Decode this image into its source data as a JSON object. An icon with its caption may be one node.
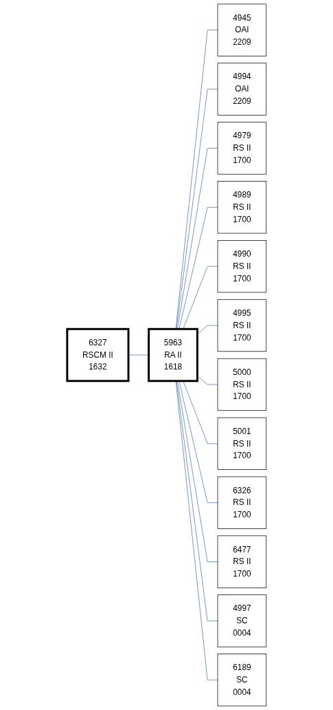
{
  "diagram": {
    "nodes": [
      {
        "text": [
          "6327",
          "RSCM II",
          "1632"
        ]
      },
      {
        "text": [
          "5963",
          "RA II",
          "1618"
        ]
      },
      {
        "text": [
          "4945",
          "OAI",
          "2209"
        ]
      },
      {
        "text": [
          "4994",
          "OAI",
          "2209"
        ]
      },
      {
        "text": [
          "4979",
          "RS II",
          "1700"
        ]
      },
      {
        "text": [
          "4989",
          "RS II",
          "1700"
        ]
      },
      {
        "text": [
          "4990",
          "RS II",
          "1700"
        ]
      },
      {
        "text": [
          "4995",
          "RS II",
          "1700"
        ]
      },
      {
        "text": [
          "5000",
          "RS II",
          "1700"
        ]
      },
      {
        "text": [
          "5001",
          "RS II",
          "1700"
        ]
      },
      {
        "text": [
          "6326",
          "RS II",
          "1700"
        ]
      },
      {
        "text": [
          "6477",
          "RS II",
          "1700"
        ]
      },
      {
        "text": [
          "4997",
          "SC",
          "0004"
        ]
      },
      {
        "text": [
          "6189",
          "SC",
          "0004"
        ]
      }
    ],
    "edges": [
      {
        "from": 0,
        "to": 1,
        "arrow": "none"
      },
      {
        "from": 1,
        "to": 2,
        "arrow": "none"
      },
      {
        "from": 1,
        "to": 3,
        "arrow": "none"
      },
      {
        "from": 1,
        "to": 4,
        "arrow": "none"
      },
      {
        "from": 1,
        "to": 5,
        "arrow": "none"
      },
      {
        "from": 1,
        "to": 6,
        "arrow": "none"
      },
      {
        "from": 1,
        "to": 7,
        "arrow": "none"
      },
      {
        "from": 1,
        "to": 8,
        "arrow": "none"
      },
      {
        "from": 1,
        "to": 9,
        "arrow": "none"
      },
      {
        "from": 1,
        "to": 10,
        "arrow": "none"
      },
      {
        "from": 1,
        "to": 11,
        "arrow": "none"
      },
      {
        "from": 1,
        "to": 12,
        "arrow": "none"
      },
      {
        "from": 1,
        "to": 13,
        "arrow": "none"
      }
    ]
  }
}
